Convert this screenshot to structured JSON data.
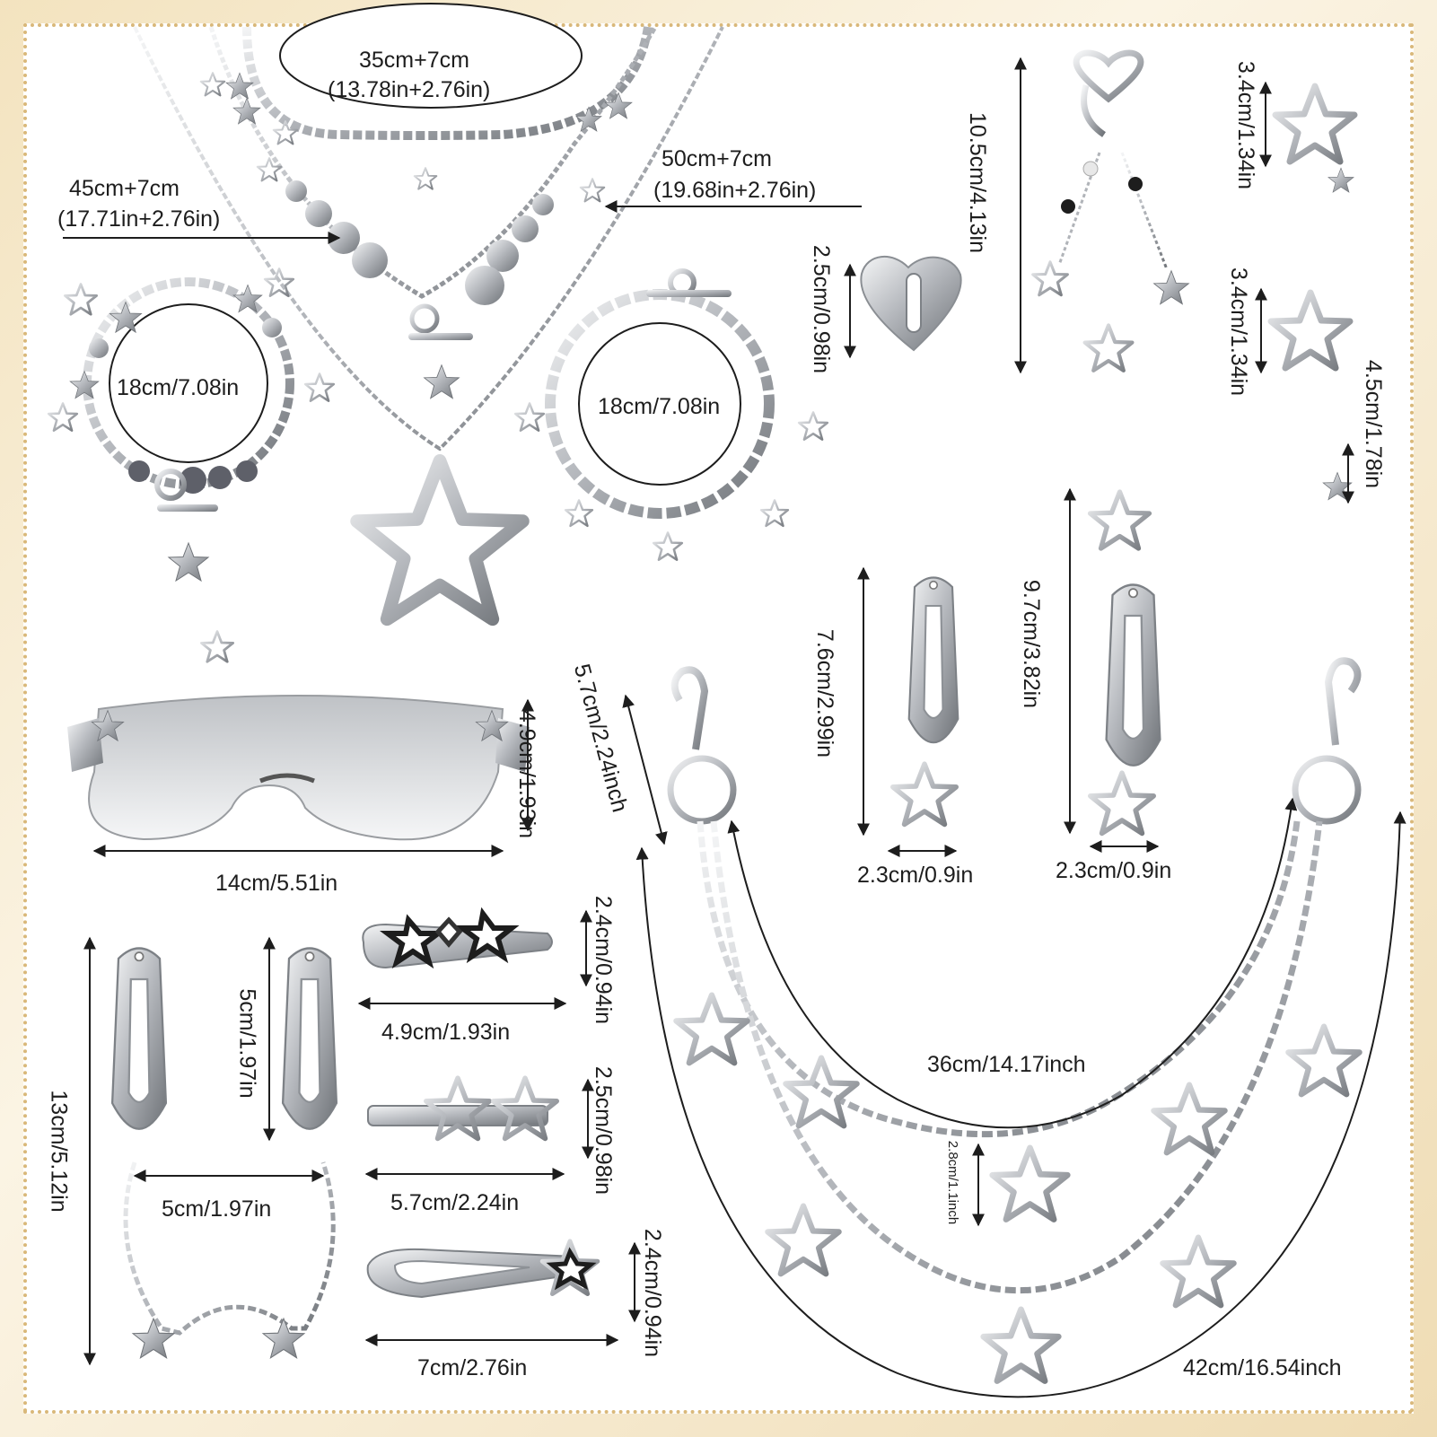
{
  "colors": {
    "background": "#ffffff",
    "border_dots": "#d9b879",
    "outer": "#f0e2c4",
    "metal": "#b9bcc1",
    "metal_dark": "#6f7378",
    "text": "#1d1d1d"
  },
  "necklace": {
    "choker": "35cm+7cm",
    "choker_in": "(13.78in+2.76in)",
    "middle": "50cm+7cm",
    "middle_in": "(19.68in+2.76in)",
    "long": "45cm+7cm",
    "long_in": "(17.71in+2.76in)"
  },
  "bracelets": {
    "left": "18cm/7.08in",
    "right": "18cm/7.08in"
  },
  "ring": {
    "height": "2.5cm/0.98in"
  },
  "keychain": {
    "length": "10.5cm/4.13in"
  },
  "star_clip": {
    "small": "3.4cm/1.34in",
    "medium": "3.4cm/1.34in",
    "dangle": "4.5cm/1.78in"
  },
  "glasses": {
    "height": "4.9cm/1.93in",
    "width": "14cm/5.51in"
  },
  "hair_clip_pendant": {
    "height": "7.6cm/2.99in",
    "width": "2.3cm/0.9in"
  },
  "hair_clip_star_drop": {
    "height": "9.7cm/3.82in",
    "width": "2.3cm/0.9in"
  },
  "pants_chain": {
    "clasp": "5.7cm/2.24inch",
    "inner": "36cm/14.17inch",
    "outer": "42cm/16.54inch",
    "drop": "2.8cm/1.1inch"
  },
  "double_clip": {
    "total": "13cm/5.12in",
    "clip": "5cm/1.97in",
    "span": "5cm/1.97in"
  },
  "claw_clip_small": {
    "height": "2.4cm/0.94in",
    "width": "4.9cm/1.93in"
  },
  "claw_clip_stars": {
    "height": "2.5cm/0.98in",
    "width": "5.7cm/2.24in"
  },
  "snap_clip_star": {
    "height": "2.4cm/0.94in",
    "width": "7cm/2.76in"
  },
  "icons": [
    "star-icon",
    "heart-icon",
    "clip-icon",
    "chain-icon",
    "glasses-icon"
  ]
}
